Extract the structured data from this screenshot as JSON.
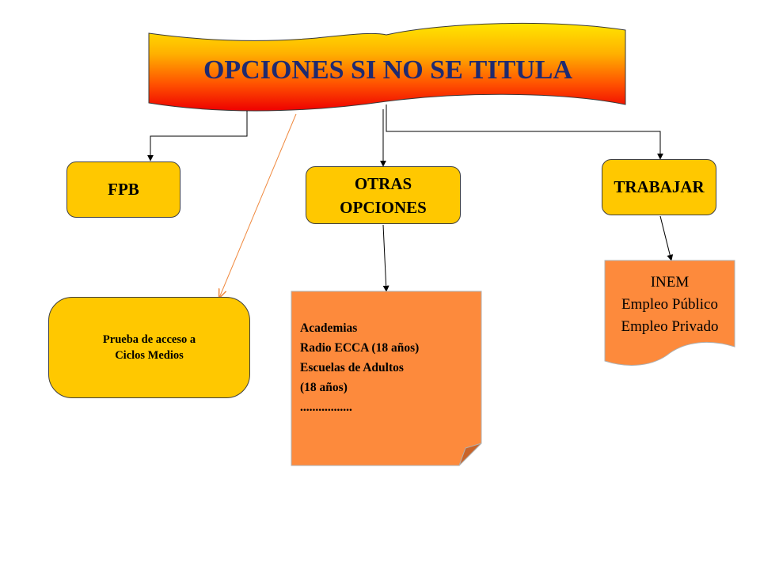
{
  "title": "OPCIONES SI NO SE TITULA",
  "nodes": {
    "fpb": "FPB",
    "otras": [
      "OTRAS",
      "OPCIONES"
    ],
    "trabajar": "TRABAJAR",
    "prueba": [
      "Prueba de acceso a",
      "Ciclos Medios"
    ],
    "otras_list": [
      "Academias",
      "Radio ECCA (18 años)",
      "Escuelas de Adultos",
      "(18 años)",
      "................."
    ],
    "trabajar_list": [
      "INEM",
      "Empleo Público",
      "Empleo Privado"
    ]
  },
  "colors": {
    "banner_top": "#ff0000",
    "banner_bottom": "#ffe600",
    "box_fill": "#ffc800",
    "note_fill": "#fd8a3c",
    "note_fold": "#c9642a",
    "connector": "#000000",
    "connector_orange": "#f08a40"
  }
}
